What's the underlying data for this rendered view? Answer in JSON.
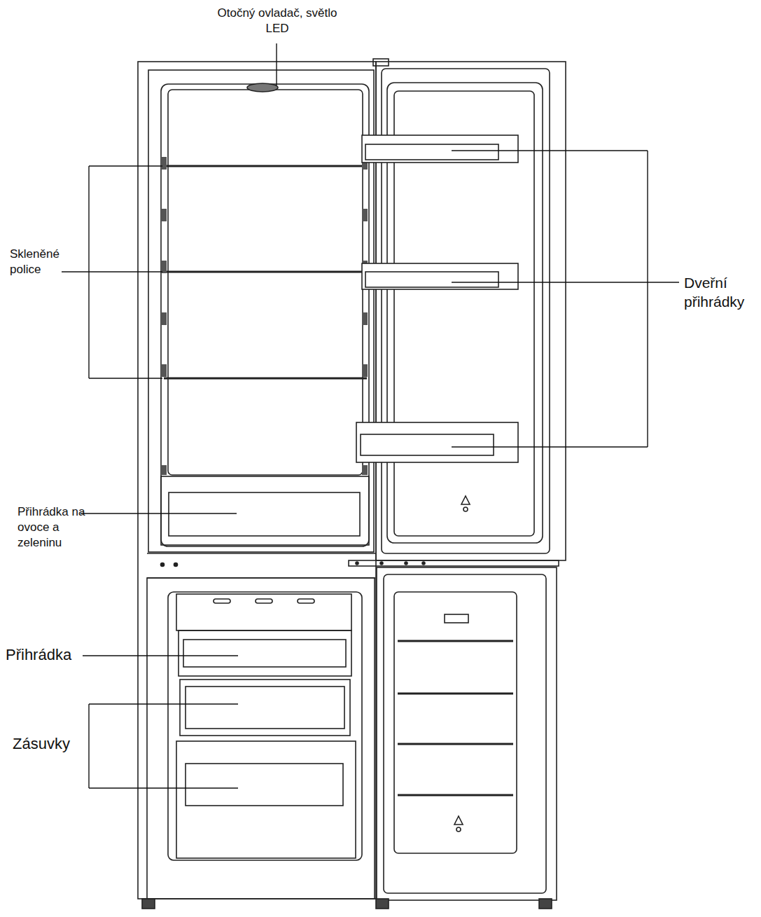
{
  "diagram": {
    "labels": [
      "Otočný ovladač, světlo LED",
      "Skleněné police",
      "Dveřní přihrádky",
      "Přihrádka na ovoce a zeleninu",
      "Přihrádka",
      "Zásuvky"
    ]
  }
}
